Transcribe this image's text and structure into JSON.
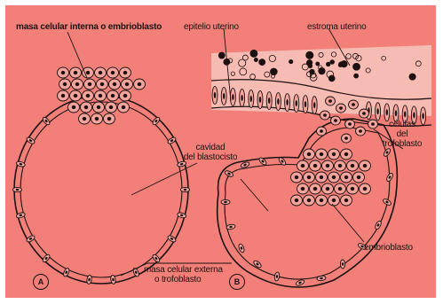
{
  "figure": {
    "colors": {
      "background": "#f28079",
      "ink": "#1c1010",
      "cell_fill": "#f2a49d",
      "stroma_fill": "#f6bbb3"
    },
    "panels": [
      {
        "tag": "A"
      },
      {
        "tag": "B"
      }
    ],
    "labels": {
      "masa_celular_interna": "masa celular interna o embrioblasto",
      "epitelio_uterino": "epitelio uterino",
      "estroma_uterino": "estroma uterino",
      "cavidad_line1": "cavidad",
      "cavidad_line2": "del blastocisto",
      "celulas_line1": "células",
      "celulas_line2": "del",
      "celulas_line3": "trofoblasto",
      "embrioblasto": "embrioblasto",
      "masa_externa_line1": "masa celular externa",
      "masa_externa_line2": "o trofoblasto"
    }
  }
}
